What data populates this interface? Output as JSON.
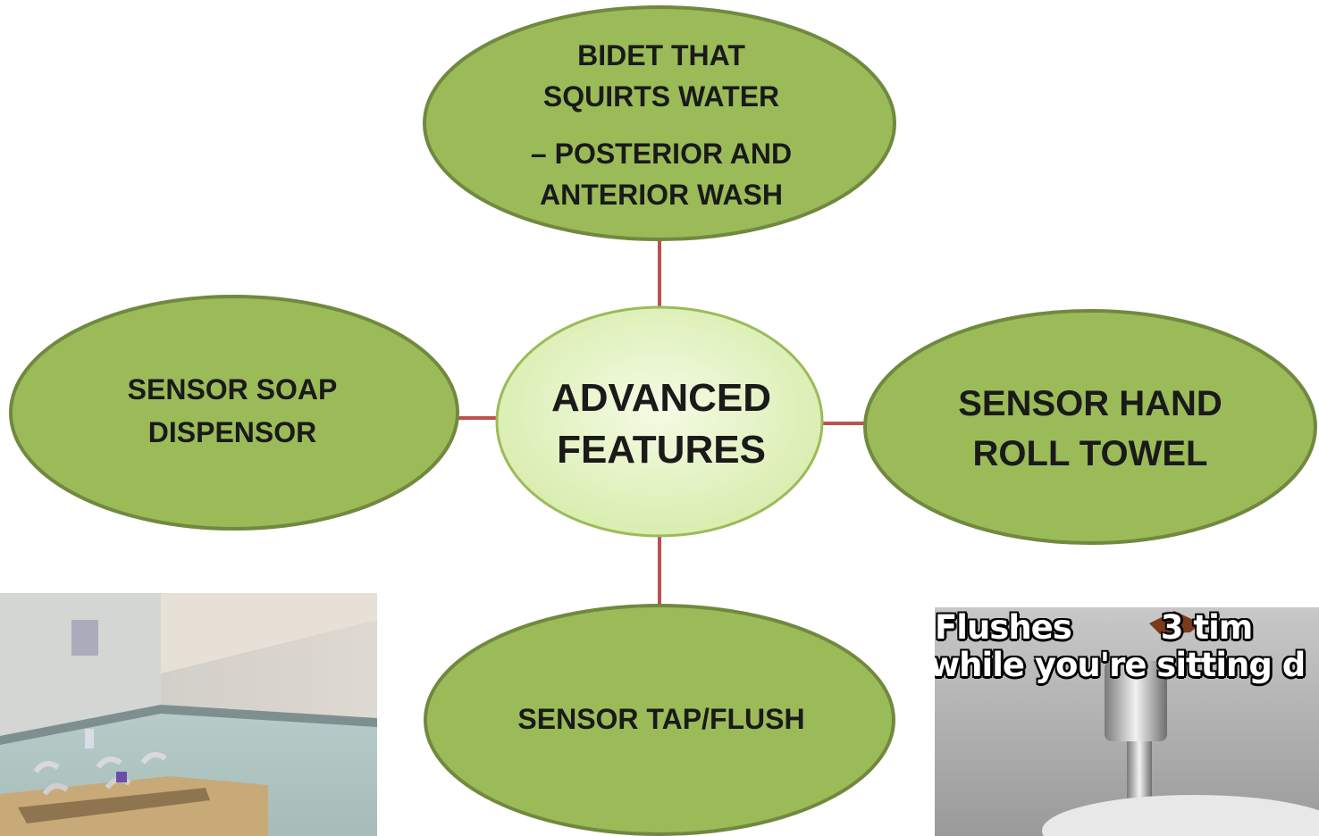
{
  "center": {
    "label_line1": "ADVANCED",
    "label_line2": "FEATURES"
  },
  "nodes": {
    "top": {
      "line1": "BIDET THAT",
      "line2": "SQUIRTS WATER",
      "line3": "– POSTERIOR AND",
      "line4": "ANTERIOR  WASH"
    },
    "left": {
      "line1": "SENSOR SOAP",
      "line2": "DISPENSOR"
    },
    "right": {
      "line1": "SENSOR HAND",
      "line2": "ROLL TOWEL"
    },
    "bottom": {
      "line1": "SENSOR TAP/FLUSH"
    }
  },
  "photos": {
    "flush_meme": {
      "caption_word1": "Flushes",
      "caption_word2": "3 tim",
      "caption_line2": "while you're sitting d"
    }
  },
  "colors": {
    "outer_fill": "#9bbb59",
    "outer_stroke": "#71893f",
    "center_fill": "#e6f5c6",
    "center_stroke": "#9bbb59",
    "connector": "#c0504d"
  }
}
